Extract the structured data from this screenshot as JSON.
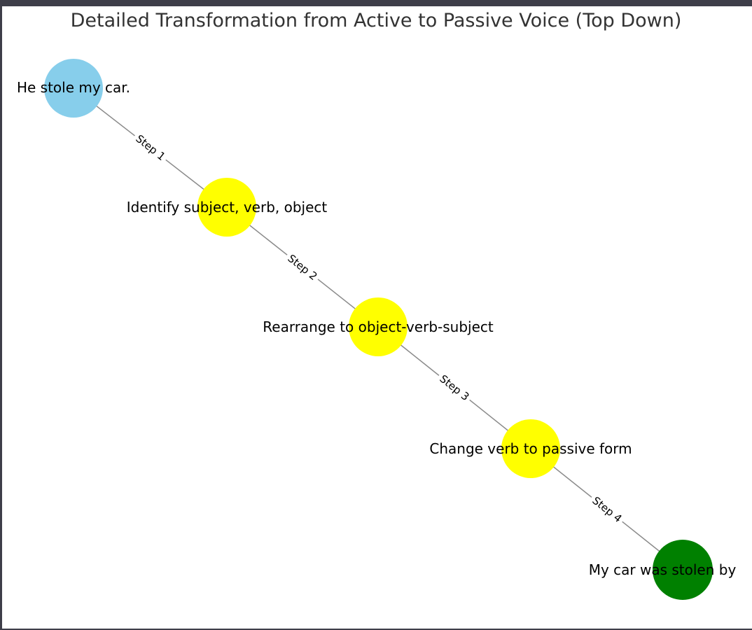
{
  "figure": {
    "title": "Detailed Transformation from Active to Passive Voice (Top Down)",
    "title_color": "#333333",
    "background": "#ffffff",
    "frame_color": "#3e3e49"
  },
  "colors": {
    "edge_line": "#8a8a8a",
    "label_text": "#000000",
    "start_node": "#87ceeb",
    "step_node": "#ffff00",
    "end_node": "#008000"
  },
  "graph": {
    "nodes": [
      {
        "label": "He stole my car.",
        "color": "#87ceeb"
      },
      {
        "label": "Identify subject, verb, object",
        "color": "#ffff00"
      },
      {
        "label": "Rearrange to object-verb-subject",
        "color": "#ffff00"
      },
      {
        "label": "Change verb to passive form",
        "color": "#ffff00"
      },
      {
        "label": "My car was stolen by",
        "color": "#008000"
      }
    ],
    "edges": [
      {
        "label": "Step 1"
      },
      {
        "label": "Step 2"
      },
      {
        "label": "Step 3"
      },
      {
        "label": "Step 4"
      }
    ]
  }
}
